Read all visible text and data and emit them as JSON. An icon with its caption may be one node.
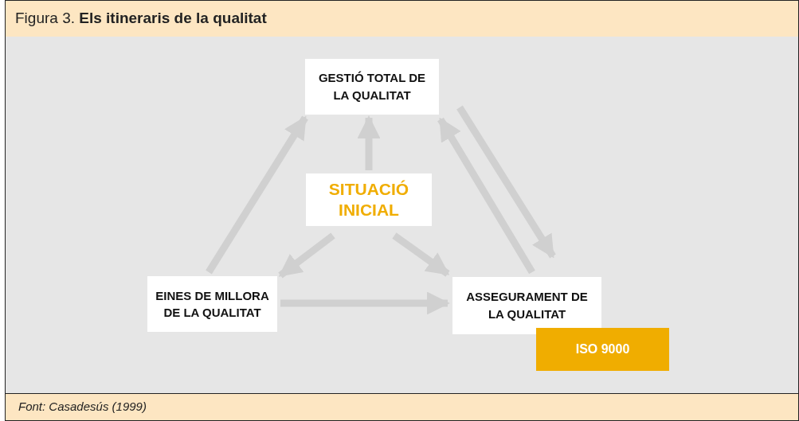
{
  "diagram": {
    "title": "Figura 3. **Els itineraris de la qualitat**",
    "caption": "Font: Casadesús (1999)",
    "nodes": [
      {
        "text": [
          "GESTIÓ TOTAL DE LA QUALITAT"
        ]
      },
      {
        "text": [
          "SITUACIÓ INICIAL"
        ]
      },
      {
        "text": [
          "EINES DE MILLORA DE LA QUALITAT"
        ]
      },
      {
        "text": [
          "ASSEGURAMENT DE LA QUALITAT"
        ]
      },
      {
        "text": [
          "ISO 9000"
        ]
      }
    ],
    "edges": [
      {
        "from": 1,
        "to": 0,
        "arrow": "to"
      },
      {
        "from": 1,
        "to": 2,
        "arrow": "to"
      },
      {
        "from": 1,
        "to": 3,
        "arrow": "to"
      },
      {
        "from": 2,
        "to": 0,
        "arrow": "to"
      },
      {
        "from": 2,
        "to": 3,
        "arrow": "to"
      },
      {
        "from": 3,
        "to": 0,
        "arrow": "to"
      },
      {
        "from": 0,
        "to": 3,
        "arrow": "to"
      }
    ]
  }
}
